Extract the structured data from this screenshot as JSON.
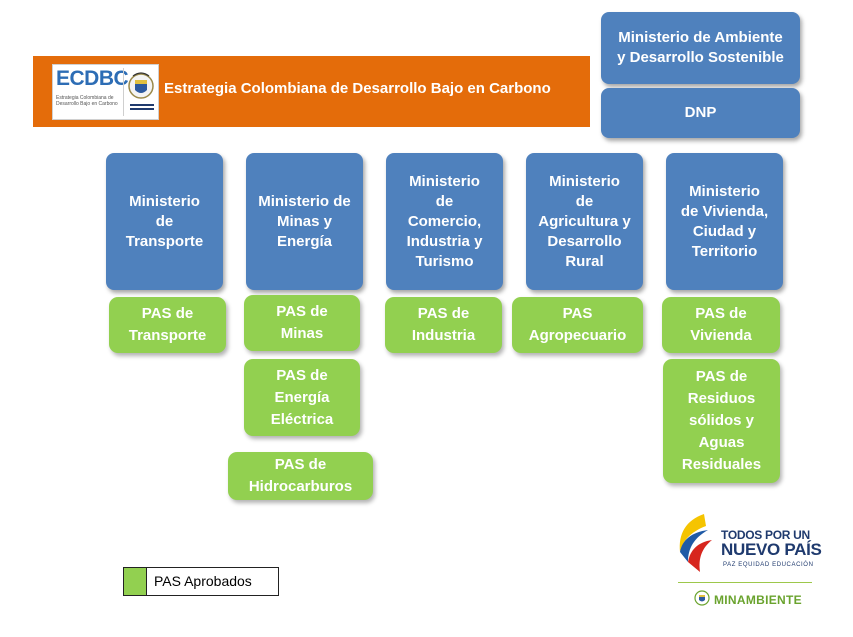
{
  "colors": {
    "ministry_box": "#4f81bd",
    "pas_box": "#92d050",
    "banner": "#e46c0a",
    "text_on_box": "#ffffff"
  },
  "banner": {
    "logo_text": "ECDBC",
    "logo_subtitle": "Estrategia Colombiana de\nDesarrollo Bajo en Carbono",
    "title": "Estrategia Colombiana de Desarrollo Bajo en Carbono"
  },
  "top_right": {
    "ministerio": "Ministerio de Ambiente\ny Desarrollo Sostenible",
    "dnp": "DNP"
  },
  "ministries": [
    "Ministerio\nde\nTransporte",
    "Ministerio de Minas y Energía",
    "Ministerio\nde\nComercio,\nIndustria y\nTurismo",
    "Ministerio\nde\nAgricultura y\nDesarrollo\nRural",
    "Ministerio\nde Vivienda,\nCiudad y\nTerritorio"
  ],
  "pas": [
    "PAS de\nTransporte",
    "PAS  de\nMinas",
    "PAS de\nEnergía\nEléctrica",
    "PAS de\nHidrocarburos",
    "PAS de\nIndustria",
    "PAS\nAgropecuario",
    "PAS de\nVivienda",
    "PAS de\nResiduos\nsólidos y\nAguas\nResiduales"
  ],
  "legend": {
    "label": "PAS Aprobados",
    "swatch_color": "#92d050"
  },
  "brand": {
    "line1": "TODOS POR UN",
    "line2": "NUEVO PAÍS",
    "line3": "PAZ  EQUIDAD  EDUCACIÓN",
    "ministry": "MINAMBIENTE"
  },
  "icons": {
    "logo_seal": "colombia-coat-of-arms-icon",
    "brand_flag": "colombia-flag-swoosh-icon",
    "brand_seal": "colombia-coat-of-arms-icon"
  }
}
